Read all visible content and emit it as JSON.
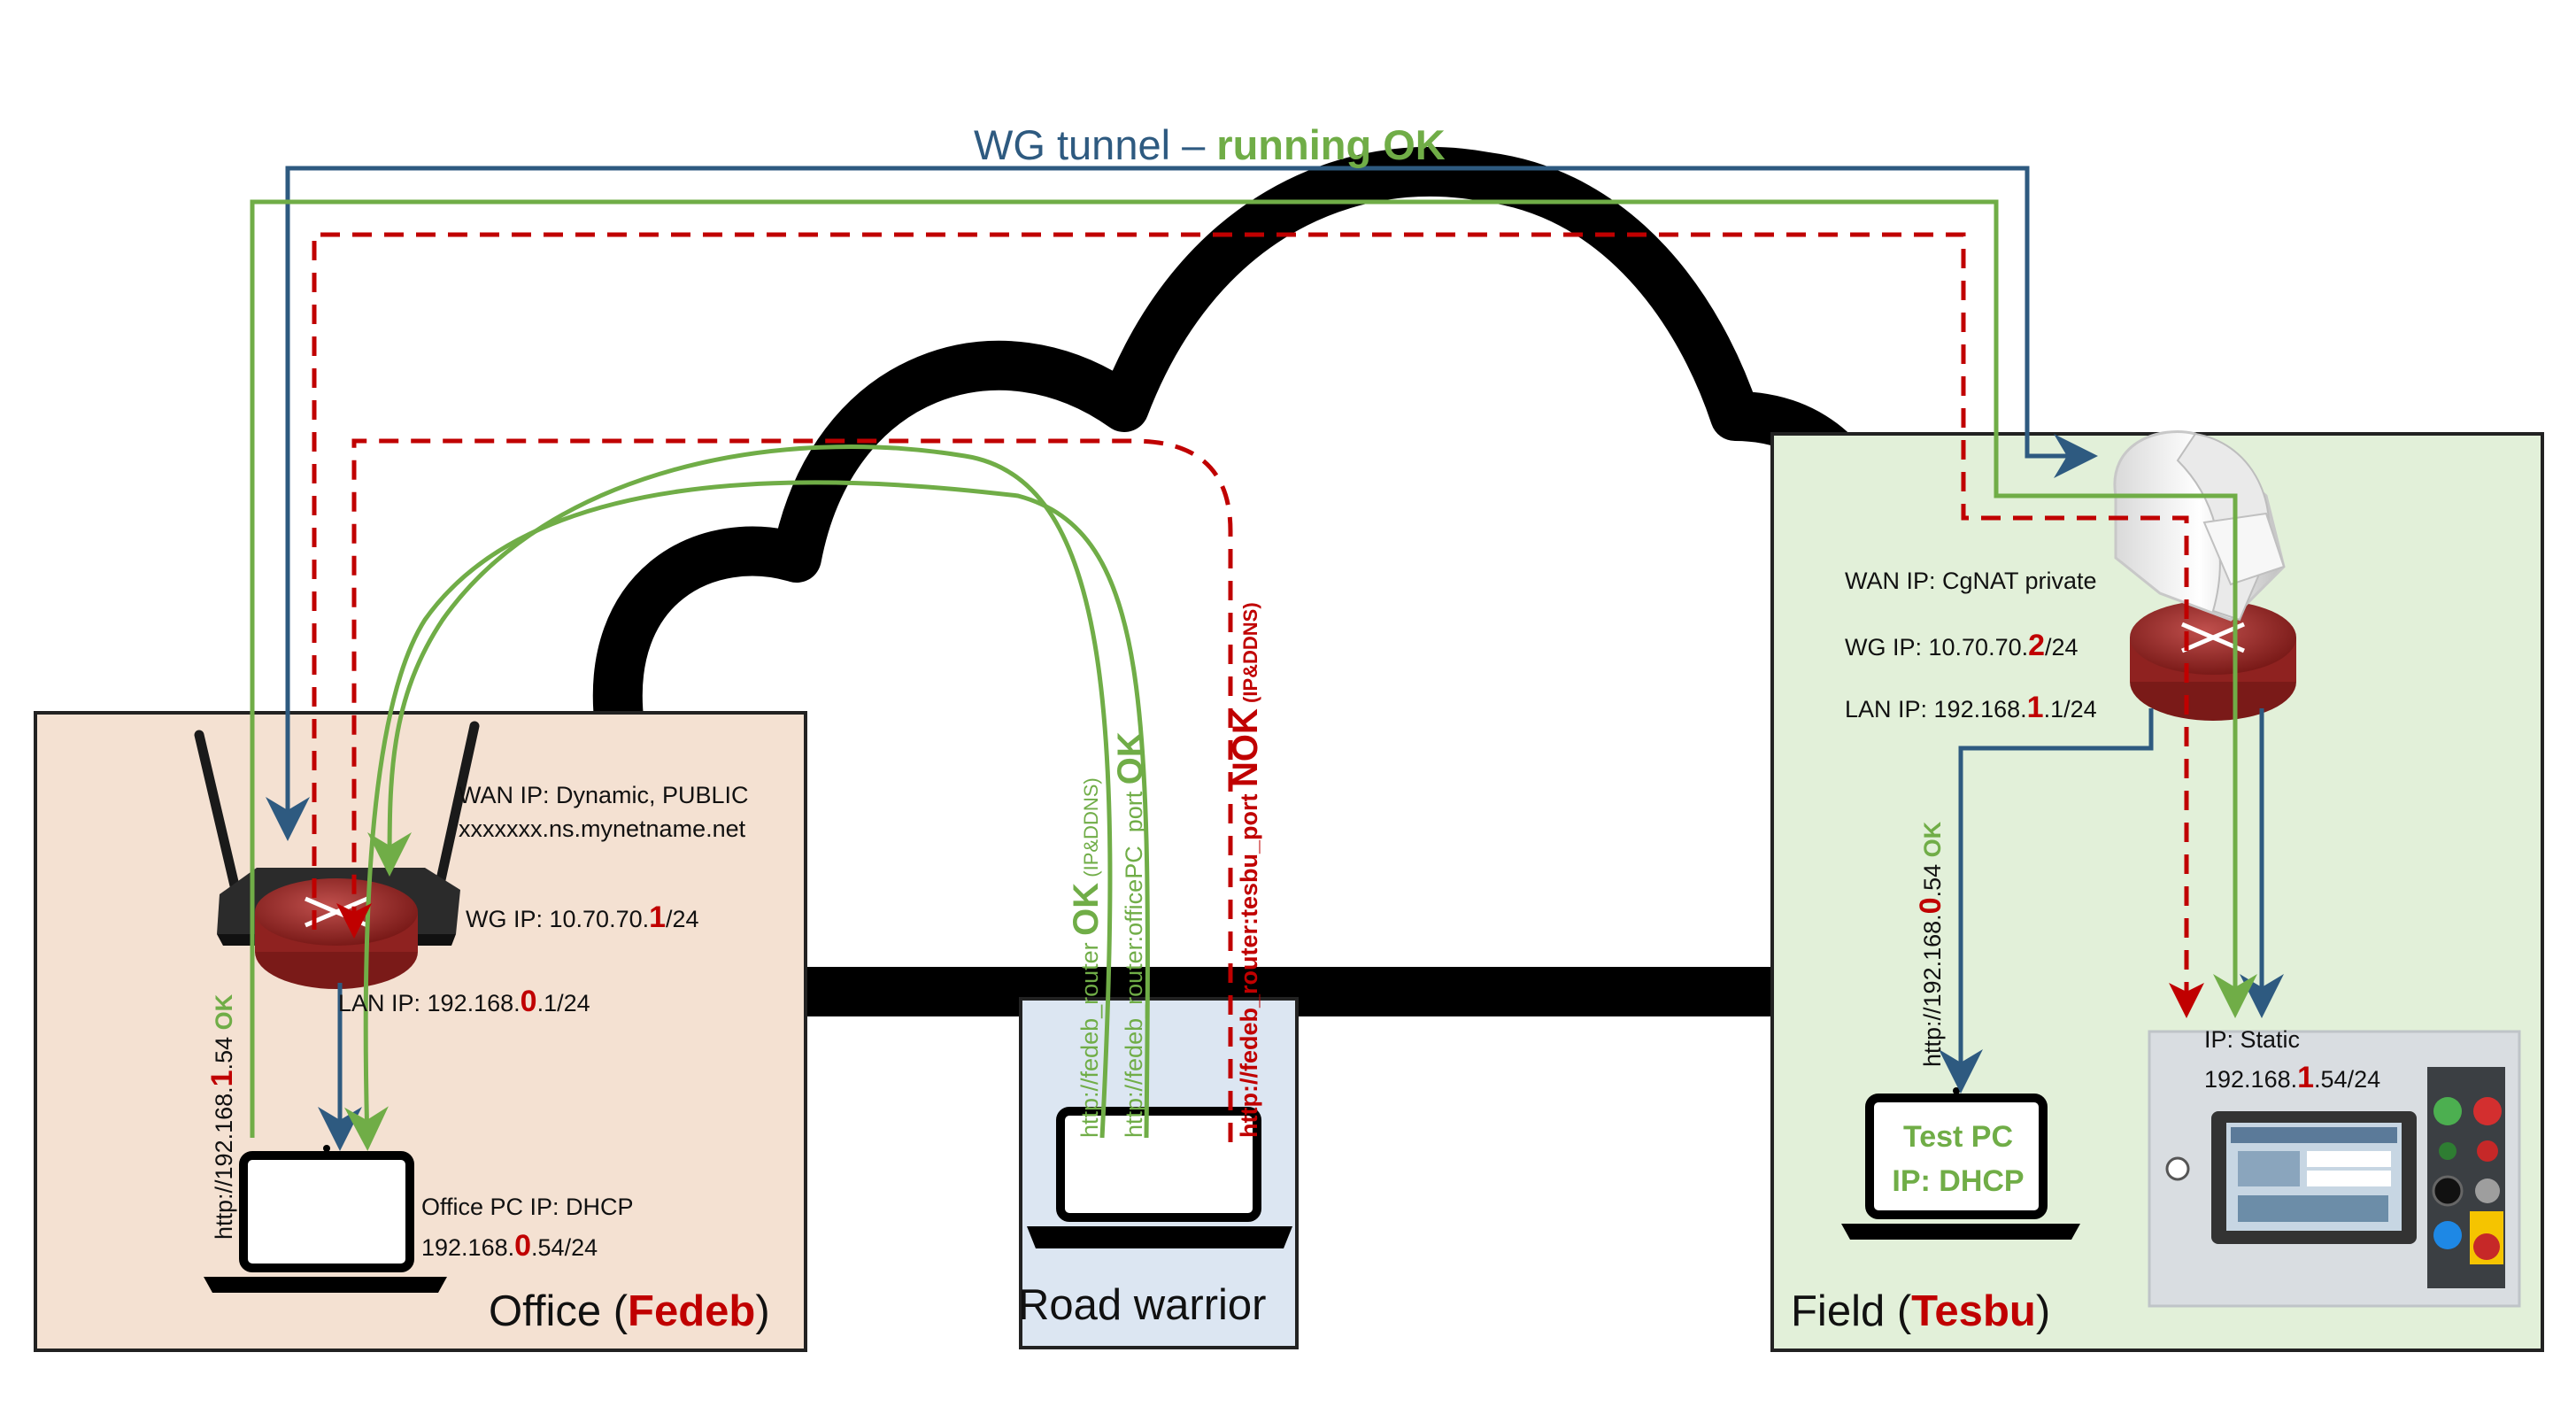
{
  "title": {
    "prefix": "WG tunnel – ",
    "status": "running OK"
  },
  "office": {
    "zone_prefix": "Office (",
    "zone_name": "Fedeb",
    "zone_suffix": ")",
    "wan_line1": "WAN IP: Dynamic, PUBLIC",
    "wan_line2": "xxxxxxx.ns.mynetname.net",
    "wg_prefix": "WG IP: 10.70.70.",
    "wg_host": "1",
    "wg_suffix": "/24",
    "lan_prefix": "LAN IP: 192.168.",
    "lan_subnet": "0",
    "lan_suffix": ".1/24",
    "pc_line1": "Office PC IP: DHCP",
    "pc_prefix": "192.168.",
    "pc_subnet": "0",
    "pc_suffix": ".54/24",
    "url_prefix": "http://192.168.",
    "url_subnet": "1",
    "url_suffix": ".54 ",
    "url_status": "OK"
  },
  "road": {
    "zone_label": "Road warrior",
    "link1_text": "http://fedeb_router ",
    "link1_status": "OK",
    "link1_note": " (IP&DDNS)",
    "link2_text": "http://fedeb_router:officePC_port ",
    "link2_status": "OK",
    "link3_text": "http://fedeb_router:tesbu_port ",
    "link3_status": "NOK",
    "link3_note": " (IP&DDNS)"
  },
  "field": {
    "zone_prefix": "Field (",
    "zone_name": "Tesbu",
    "zone_suffix": ")",
    "wan_line": "WAN IP: CgNAT private",
    "wg_prefix": "WG IP: 10.70.70.",
    "wg_host": "2",
    "wg_suffix": "/24",
    "lan_prefix": "LAN IP: 192.168.",
    "lan_subnet": "1",
    "lan_suffix": ".1/24",
    "testpc_line1": "Test PC",
    "testpc_line2": "IP: DHCP",
    "hmi_line1": "IP: Static",
    "hmi_prefix": "192.168.",
    "hmi_subnet": "1",
    "hmi_suffix": ".54/24",
    "url_prefix": "http://192.168.",
    "url_subnet": "0",
    "url_suffix": ".54 ",
    "url_status": "OK"
  },
  "colors": {
    "tunnel_blue": "#2e5a80",
    "ok_green": "#70ad47",
    "nok_red": "#c00000",
    "office_bg": "#f4e1d2",
    "road_bg": "#dce6f2",
    "field_bg": "#e2f0d9"
  }
}
